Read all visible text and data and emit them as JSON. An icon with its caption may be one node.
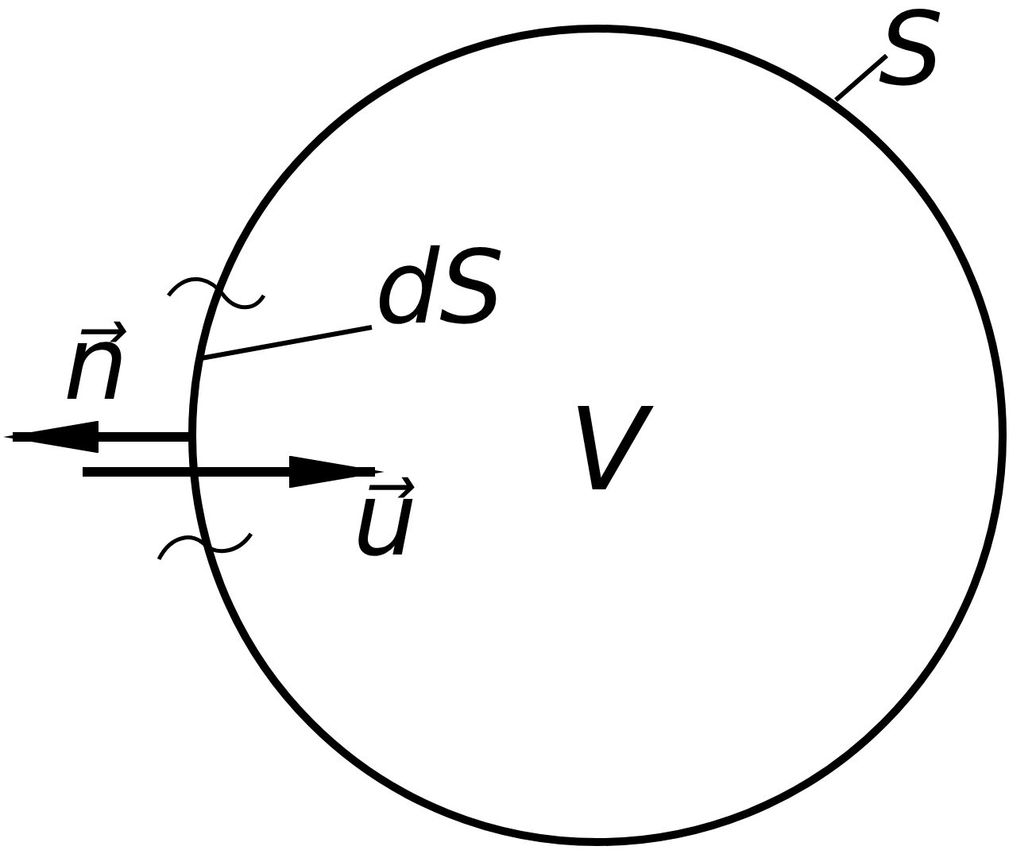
{
  "diagram": {
    "nodes": [
      {
        "text": [
          "V"
        ]
      },
      {
        "text": [
          "S"
        ]
      },
      {
        "text": [
          "dS"
        ],
        "in": 0
      }
    ],
    "edges": [
      {
        "from": 1,
        "to": 0,
        "arrow": "none"
      },
      {
        "from": 2,
        "to": 0,
        "arrow": "none"
      }
    ],
    "labels": [
      "n⃗",
      "u⃗"
    ]
  }
}
